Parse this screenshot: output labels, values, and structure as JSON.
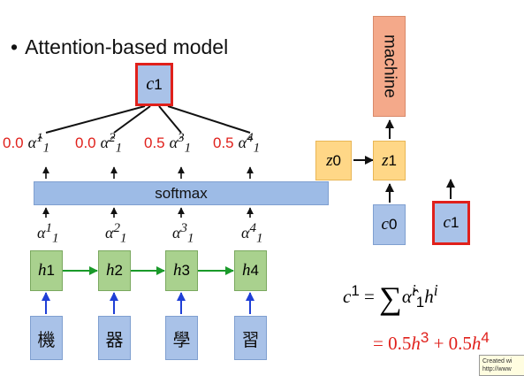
{
  "title": {
    "bullet": "•",
    "text": "Attention-based model"
  },
  "encoder": {
    "inputs": [
      "機",
      "器",
      "學",
      "習"
    ],
    "hidden": [
      {
        "base": "h",
        "sup": "1"
      },
      {
        "base": "h",
        "sup": "2"
      },
      {
        "base": "h",
        "sup": "3"
      },
      {
        "base": "h",
        "sup": "4"
      }
    ],
    "alphas": [
      {
        "base": "α",
        "sup": "1",
        "sub": "1"
      },
      {
        "base": "α",
        "sup": "2",
        "sub": "1"
      },
      {
        "base": "α",
        "sup": "3",
        "sub": "1"
      },
      {
        "base": "α",
        "sup": "4",
        "sub": "1"
      }
    ]
  },
  "softmax_label": "softmax",
  "attention": {
    "weights": [
      "0.0",
      "0.0",
      "0.5",
      "0.5"
    ],
    "hats": [
      {
        "base": "α̂",
        "sup": "1",
        "sub": "1"
      },
      {
        "base": "α̂",
        "sup": "2",
        "sub": "1"
      },
      {
        "base": "α̂",
        "sup": "3",
        "sub": "1"
      },
      {
        "base": "α̂",
        "sup": "4",
        "sub": "1"
      }
    ]
  },
  "context": {
    "base": "c",
    "sup": "1"
  },
  "decoder": {
    "z0": {
      "base": "z",
      "sup": "0"
    },
    "z1": {
      "base": "z",
      "sup": "1"
    },
    "c0": {
      "base": "c",
      "sup": "0"
    },
    "c1": {
      "base": "c",
      "sup": "1"
    },
    "output": "machine"
  },
  "formula": {
    "lhs_base": "c",
    "lhs_sup": "1",
    "eq": "=",
    "sigma": "∑",
    "term_base": "α̂",
    "term_sub": "1",
    "term_sup": "i",
    "h_base": "h",
    "h_sup": "i",
    "line2_eq": "=",
    "coef_a": "0.5",
    "h_a": "h",
    "h_a_sup": "3",
    "plus": "+",
    "coef_b": "0.5",
    "h_b": "h",
    "h_b_sup": "4"
  },
  "watermark": {
    "line1": "Created wi",
    "line2": "http://www"
  },
  "colors": {
    "red": "#e0201b",
    "green_arrow": "#1a9a2a",
    "blue_arrow": "#1f3fd6"
  }
}
